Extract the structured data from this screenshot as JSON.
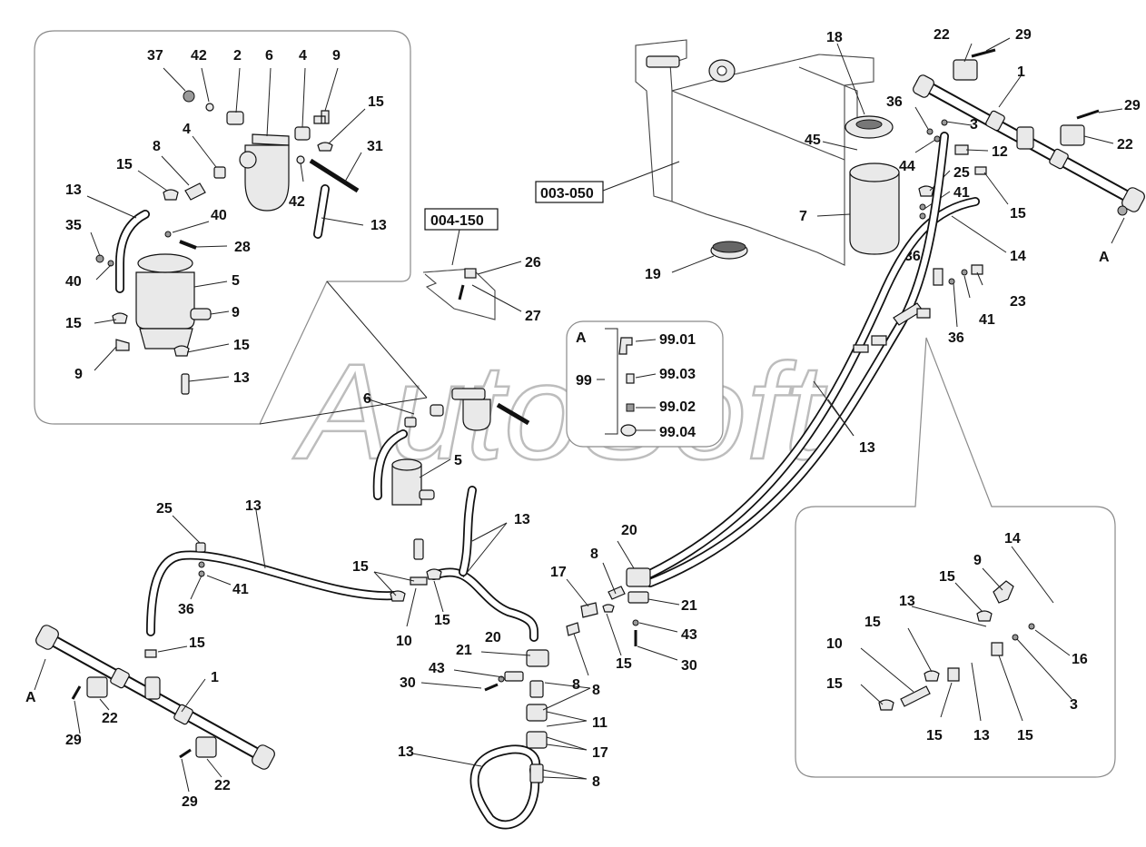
{
  "watermark": "AutoSoft",
  "reference_boxes": [
    "004-150",
    "003-050"
  ],
  "inset_detail_a": {
    "title": "A",
    "group_label": "99",
    "items": [
      "99.01",
      "99.03",
      "99.02",
      "99.04"
    ]
  },
  "callouts": {
    "c37": "37",
    "c42a": "42",
    "c2": "2",
    "c6a": "6",
    "c4a": "4",
    "c9a": "9",
    "c15a": "15",
    "c4b": "4",
    "c8a": "8",
    "c31": "31",
    "c15b": "15",
    "c13a": "13",
    "c42b": "42",
    "c40a": "40",
    "c13b": "13",
    "c35": "35",
    "c28": "28",
    "c40b": "40",
    "c5a": "5",
    "c15c": "15",
    "c9b": "9",
    "c15d": "15",
    "c9c": "9",
    "c13c": "13",
    "c26": "26",
    "c27": "27",
    "c18": "18",
    "c22a": "22",
    "c29a": "29",
    "c1a": "1",
    "c36a": "36",
    "c3a": "3",
    "c29b": "29",
    "c45": "45",
    "c12": "12",
    "c22b": "22",
    "c44": "44",
    "c25a": "25",
    "c41a": "41",
    "c15e": "15",
    "c7": "7",
    "c36b": "36",
    "c14a": "14",
    "cAa": "A",
    "c19": "19",
    "c23": "23",
    "c41b": "41",
    "c36c": "36",
    "c6b": "6",
    "c5b": "5",
    "c13d": "13",
    "c25b": "25",
    "c13e": "13",
    "c41c": "41",
    "c36d": "36",
    "c15f": "15",
    "c1b": "1",
    "cAb": "A",
    "c29c": "29",
    "c22c": "22",
    "c29d": "29",
    "c22d": "22",
    "c15g": "15",
    "c10a": "10",
    "c15h": "15",
    "c13f": "13",
    "c20a": "20",
    "c8b": "8",
    "c17a": "17",
    "c21a": "21",
    "c43a": "43",
    "c15i": "15",
    "c30a": "30",
    "c8c": "8",
    "c21b": "21",
    "c20b": "20",
    "c43b": "43",
    "c30b": "30",
    "c8d": "8",
    "c11": "11",
    "c13g": "13",
    "c17b": "17",
    "c8e": "8",
    "c14b": "14",
    "c9d": "9",
    "c15j": "15",
    "c13h": "13",
    "c15k": "15",
    "c10b": "10",
    "c16": "16",
    "c15l": "15",
    "c3b": "3",
    "c15m": "15",
    "c13i": "13",
    "c15n": "15"
  }
}
